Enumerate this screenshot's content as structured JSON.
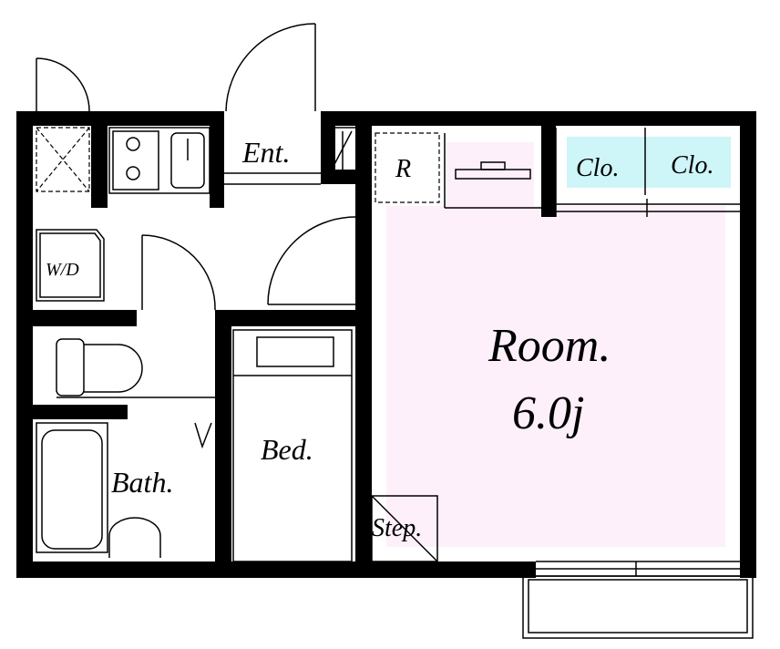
{
  "labels": {
    "room_name": "Room.",
    "room_size": "6.0j",
    "entrance": "Ent.",
    "refrigerator": "R",
    "closet_left": "Clo.",
    "closet_right": "Clo.",
    "washer_dryer": "W/D",
    "bed": "Bed.",
    "bath": "Bath.",
    "step": "Step."
  },
  "colors": {
    "wall": "#000000",
    "room_floor": "#fdf0fb",
    "closet_fill": "#cef5f7",
    "background": "#ffffff",
    "line": "#000000"
  }
}
